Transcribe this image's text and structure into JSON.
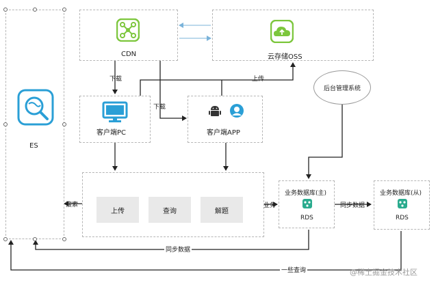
{
  "nodes": {
    "es": "ES",
    "cdn": "CDN",
    "oss": "云存储OSS",
    "pc": "客户端PC",
    "app": "客户端APP",
    "admin": "后台管理系统",
    "db_master_title": "业务数据库(主)",
    "db_master_sub": "RDS",
    "db_slave_title": "业务数据库(从)",
    "db_slave_sub": "RDS"
  },
  "services": {
    "upload": "上传",
    "query": "查询",
    "parse": "解题"
  },
  "edges": {
    "download_cdn": "下载",
    "download_app": "下载",
    "upload_oss": "上传",
    "search": "搜索",
    "business": "业务",
    "sync_slave": "同步数据",
    "sync_es": "同步数据",
    "some_query": "一些查询"
  },
  "watermark": "@稀土掘金技术社区",
  "icons": {
    "cdn": "cdn-network-icon",
    "oss": "cloud-upload-icon",
    "es": "search-engine-icon",
    "pc": "monitor-icon",
    "android": "android-icon",
    "ios": "person-icon",
    "rds": "database-icon"
  },
  "colors": {
    "accent_green": "#7cc63c",
    "accent_blue": "#2a9fd6",
    "teal": "#2aab8e",
    "arrow_dark": "#222222",
    "arrow_light": "#7ab3da"
  }
}
